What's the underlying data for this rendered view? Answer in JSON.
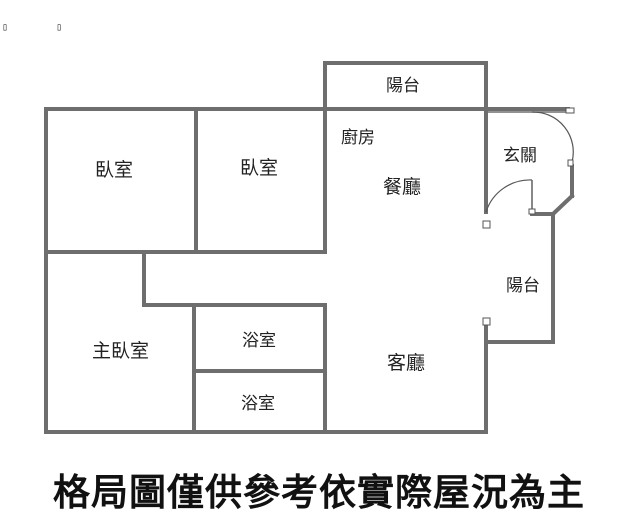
{
  "top_marks": [
    "▯",
    "▯"
  ],
  "rooms": {
    "balcony_top": "陽台",
    "bedroom_1": "臥室",
    "bedroom_2": "臥室",
    "kitchen": "廚房",
    "dining": "餐廳",
    "entrance": "玄關",
    "balcony_right": "陽台",
    "master_bedroom": "主臥室",
    "bathroom_1": "浴室",
    "bathroom_2": "浴室",
    "living": "客廳"
  },
  "disclaimer": "格局圖僅供參考依實際屋況為主"
}
